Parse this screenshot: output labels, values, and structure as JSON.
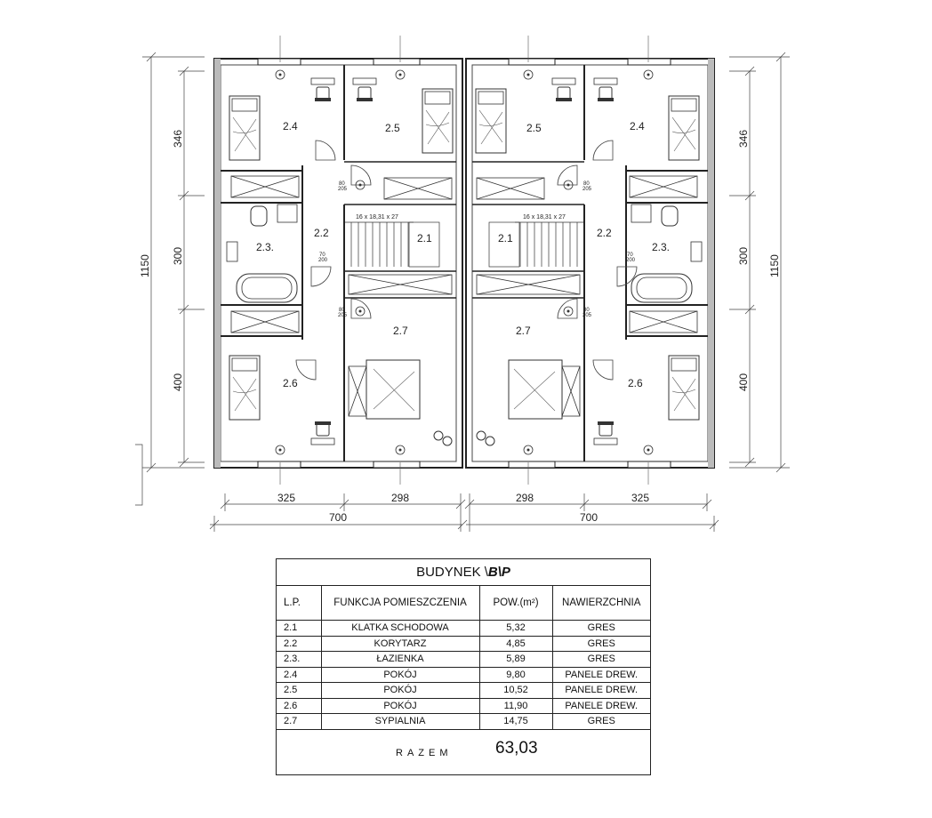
{
  "plan": {
    "rooms_left": {
      "r24": "2.4",
      "r25": "2.5",
      "r23": "2.3.",
      "r22": "2.2",
      "r21": "2.1",
      "r26": "2.6",
      "r27": "2.7"
    },
    "rooms_right": {
      "r25": "2.5",
      "r24": "2.4",
      "r21": "2.1",
      "r22": "2.2",
      "r23": "2.3.",
      "r27": "2.7",
      "r26": "2.6"
    },
    "stair_label": "16 x 18,31 x 27",
    "door_labels": {
      "d1": "80",
      "d2": "205",
      "d3": "70",
      "d4": "200"
    },
    "dims": {
      "left_346": "346",
      "left_300": "300",
      "left_400": "400",
      "left_1150": "1150",
      "right_346": "346",
      "right_300": "300",
      "right_400": "400",
      "right_1150": "1150",
      "bottom_325_l": "325",
      "bottom_298_l": "298",
      "bottom_298_r": "298",
      "bottom_325_r": "325",
      "bottom_700_l": "700",
      "bottom_700_r": "700"
    }
  },
  "table": {
    "title_prefix": "BUDYNEK \\",
    "title_bold": "B\\P",
    "headers": {
      "lp": "L.P.",
      "func": "FUNKCJA POMIESZCZENIA",
      "area": "POW.(m²)",
      "surface": "NAWIERZCHNIA"
    },
    "rows": [
      {
        "lp": "2.1",
        "func": "KLATKA SCHODOWA",
        "area": "5,32",
        "surface": "GRES"
      },
      {
        "lp": "2.2",
        "func": "KORYTARZ",
        "area": "4,85",
        "surface": "GRES"
      },
      {
        "lp": "2.3.",
        "func": "ŁAZIENKA",
        "area": "5,89",
        "surface": "GRES"
      },
      {
        "lp": "2.4",
        "func": "POKÓJ",
        "area": "9,80",
        "surface": "PANELE DREW."
      },
      {
        "lp": "2.5",
        "func": "POKÓJ",
        "area": "10,52",
        "surface": "PANELE DREW."
      },
      {
        "lp": "2.6",
        "func": "POKÓJ",
        "area": "11,90",
        "surface": "PANELE DREW."
      },
      {
        "lp": "2.7",
        "func": "SYPIALNIA",
        "area": "14,75",
        "surface": "GRES"
      }
    ],
    "total_label": "RAZEM",
    "total_value": "63,03"
  }
}
